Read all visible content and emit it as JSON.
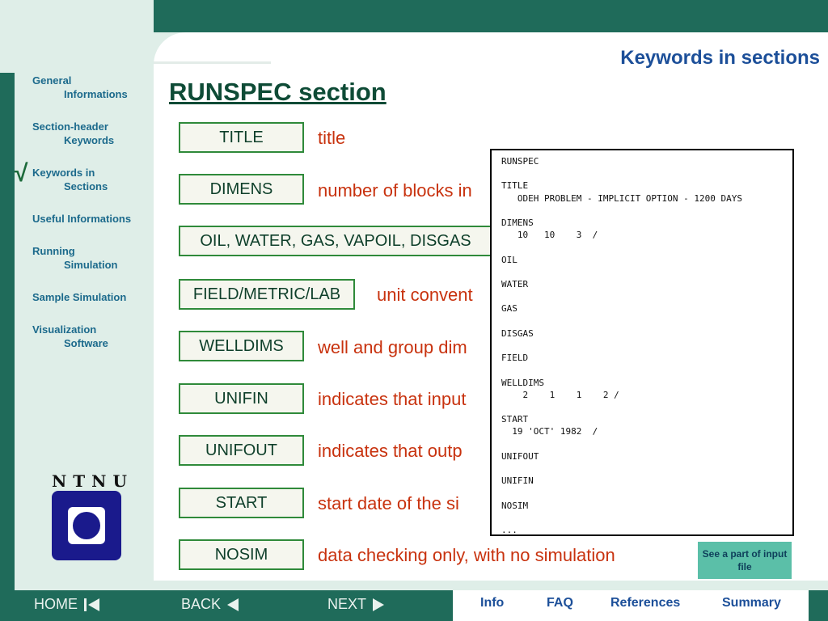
{
  "header": {
    "title": "Keywords in sections"
  },
  "section_title": "RUNSPEC section",
  "sidebar": {
    "items": [
      {
        "line1": "General",
        "line2": "Informations"
      },
      {
        "line1": "Section-header",
        "line2": "Keywords"
      },
      {
        "line1": "Keywords in",
        "line2": "Sections"
      },
      {
        "line1": "Useful Informations",
        "line2": ""
      },
      {
        "line1": "Running",
        "line2": "Simulation"
      },
      {
        "line1": "Sample Simulation",
        "line2": ""
      },
      {
        "line1": "Visualization",
        "line2": "Software"
      }
    ],
    "current_marker": "√"
  },
  "keywords": [
    {
      "name": "TITLE",
      "description": "title"
    },
    {
      "name": "DIMENS",
      "description": "number of blocks in"
    },
    {
      "name": "OIL, WATER, GAS, VAPOIL, DISGAS",
      "description": ""
    },
    {
      "name": "FIELD/METRIC/LAB",
      "description": "unit convent"
    },
    {
      "name": "WELLDIMS",
      "description": "well and group dim"
    },
    {
      "name": "UNIFIN",
      "description": "indicates that input"
    },
    {
      "name": "UNIFOUT",
      "description": "indicates that outp"
    },
    {
      "name": "START",
      "description": "start date of the si"
    },
    {
      "name": "NOSIM",
      "description": "data checking only, with no simulation"
    }
  ],
  "listing": {
    "text": "RUNSPEC\n\nTITLE\n   ODEH PROBLEM - IMPLICIT OPTION - 1200 DAYS\n\nDIMENS\n   10   10    3  /\n\nOIL\n\nWATER\n\nGAS\n\nDISGAS\n\nFIELD\n\nWELLDIMS\n    2    1    1    2 /\n\nSTART\n  19 'OCT' 1982  /\n\nUNIFOUT\n\nUNIFIN\n\nNOSIM\n\n..."
  },
  "see_part_button": "See a part of input file",
  "logo": {
    "text": "NTNU"
  },
  "bottom_nav": {
    "home": "HOME",
    "back": "BACK",
    "next": "NEXT"
  },
  "bottom_links": [
    "Info",
    "FAQ",
    "References",
    "Summary"
  ],
  "colors": {
    "frame": "#1f6b5a",
    "accent_blue": "#1c4f99",
    "desc_red": "#c8320e",
    "keyword_border": "#2f8a3a"
  }
}
